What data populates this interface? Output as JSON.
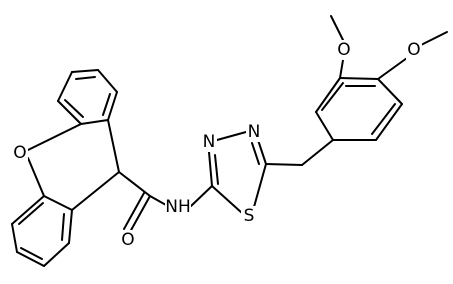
{
  "diagram": {
    "atom_labels": {
      "ring_oxygen": "O",
      "carbonyl_oxygen": "O",
      "amide_nitrogen": "NH",
      "thiadiazole_n3": "N",
      "thiadiazole_n4": "N",
      "thiadiazole_sulfur": "S",
      "methoxy_oxygen_upper": "O",
      "methoxy_oxygen_right": "O"
    },
    "colors": {
      "bond": "#000000",
      "text": "#000000",
      "background": "#ffffff"
    }
  }
}
